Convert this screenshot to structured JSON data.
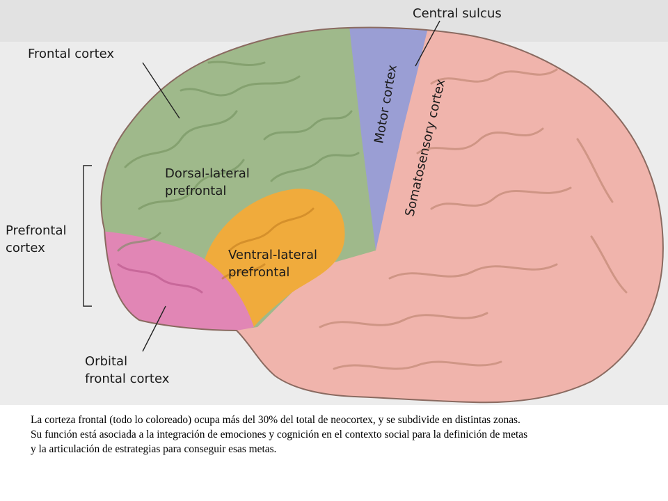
{
  "diagram": {
    "labels": {
      "central_sulcus": "Central sulcus",
      "frontal_cortex": "Frontal cortex",
      "motor_cortex": "Motor cortex",
      "somatosensory_cortex": "Somatosensory cortex",
      "dorsal_lateral_line1": "Dorsal-lateral",
      "dorsal_lateral_line2": "prefrontal",
      "prefrontal_line1": "Prefrontal",
      "prefrontal_line2": "cortex",
      "ventral_lateral_line1": "Ventral-lateral",
      "ventral_lateral_line2": "prefrontal",
      "orbital_line1": "Orbital",
      "orbital_line2": "frontal cortex"
    },
    "colors": {
      "frontal_green": "#9fb98b",
      "motor_blue": "#9a9ed4",
      "ventral_orange": "#f0ab3c",
      "orbital_pink": "#e186b5",
      "cortex_pink": "#f0b4ac"
    }
  },
  "caption": {
    "line1": "La corteza frontal (todo lo coloreado) ocupa más del 30% del total de neocortex, y se subdivide en distintas zonas.",
    "line2": "Su función está asociada a la integración de emociones y cognición en el contexto social para la definición de metas",
    "line3": "y la articulación de estrategias para conseguir esas metas."
  }
}
